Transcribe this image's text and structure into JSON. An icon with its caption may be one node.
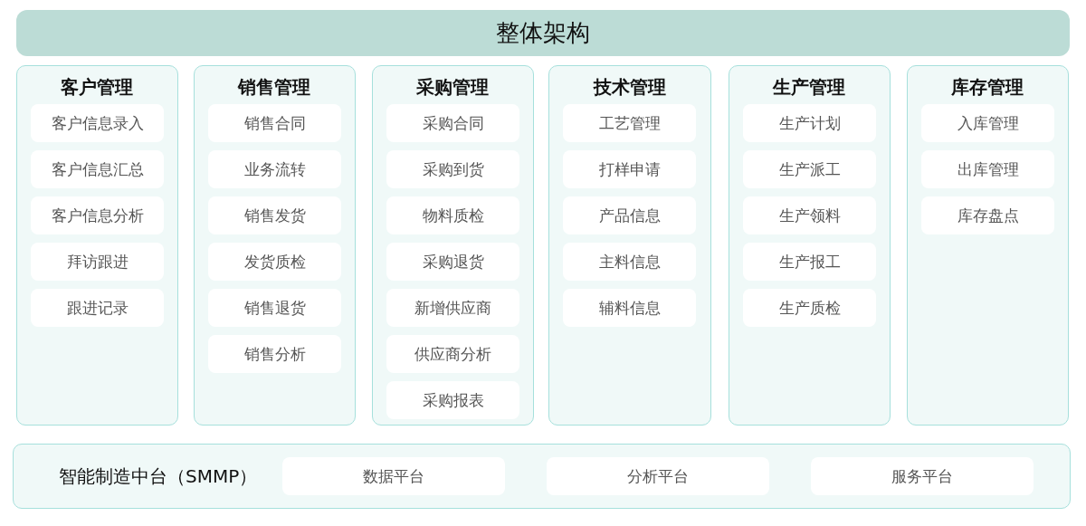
{
  "diagram": {
    "nodes": [
      {
        "text": [
          "整体架构"
        ]
      },
      {
        "text": [
          "客户管理"
        ]
      },
      {
        "text": [
          "客户信息录入"
        ],
        "in": 1
      },
      {
        "text": [
          "客户信息汇总"
        ],
        "in": 1
      },
      {
        "text": [
          "客户信息分析"
        ],
        "in": 1
      },
      {
        "text": [
          "拜访跟进"
        ],
        "in": 1
      },
      {
        "text": [
          "跟进记录"
        ],
        "in": 1
      },
      {
        "text": [
          "销售管理"
        ]
      },
      {
        "text": [
          "销售合同"
        ],
        "in": 7
      },
      {
        "text": [
          "业务流转"
        ],
        "in": 7
      },
      {
        "text": [
          "销售发货"
        ],
        "in": 7
      },
      {
        "text": [
          "发货质检"
        ],
        "in": 7
      },
      {
        "text": [
          "销售退货"
        ],
        "in": 7
      },
      {
        "text": [
          "销售分析"
        ],
        "in": 7
      },
      {
        "text": [
          "采购管理"
        ]
      },
      {
        "text": [
          "采购合同"
        ],
        "in": 14
      },
      {
        "text": [
          "采购到货"
        ],
        "in": 14
      },
      {
        "text": [
          "物料质检"
        ],
        "in": 14
      },
      {
        "text": [
          "采购退货"
        ],
        "in": 14
      },
      {
        "text": [
          "新增供应商"
        ],
        "in": 14
      },
      {
        "text": [
          "供应商分析"
        ],
        "in": 14
      },
      {
        "text": [
          "采购报表"
        ],
        "in": 14
      },
      {
        "text": [
          "技术管理"
        ]
      },
      {
        "text": [
          "工艺管理"
        ],
        "in": 22
      },
      {
        "text": [
          "打样申请"
        ],
        "in": 22
      },
      {
        "text": [
          "产品信息"
        ],
        "in": 22
      },
      {
        "text": [
          "主料信息"
        ],
        "in": 22
      },
      {
        "text": [
          "辅料信息"
        ],
        "in": 22
      },
      {
        "text": [
          "生产管理"
        ]
      },
      {
        "text": [
          "生产计划"
        ],
        "in": 28
      },
      {
        "text": [
          "生产派工"
        ],
        "in": 28
      },
      {
        "text": [
          "生产领料"
        ],
        "in": 28
      },
      {
        "text": [
          "生产报工"
        ],
        "in": 28
      },
      {
        "text": [
          "生产质检"
        ],
        "in": 28
      },
      {
        "text": [
          "库存管理"
        ]
      },
      {
        "text": [
          "入库管理"
        ],
        "in": 34
      },
      {
        "text": [
          "出库管理"
        ],
        "in": 34
      },
      {
        "text": [
          "库存盘点"
        ],
        "in": 34
      },
      {
        "text": [
          "智能制造中台（SMMP）"
        ]
      },
      {
        "text": [
          "数据平台"
        ],
        "in": 38
      },
      {
        "text": [
          "分析平台"
        ],
        "in": 38
      },
      {
        "text": [
          "服务平台"
        ],
        "in": 38
      }
    ],
    "edges": []
  }
}
